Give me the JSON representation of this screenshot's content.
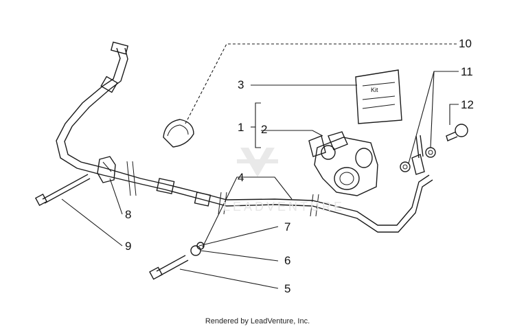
{
  "diagram": {
    "callouts": [
      {
        "id": "1",
        "text": "1"
      },
      {
        "id": "2",
        "text": "2"
      },
      {
        "id": "3",
        "text": "3"
      },
      {
        "id": "4",
        "text": "4"
      },
      {
        "id": "5",
        "text": "5"
      },
      {
        "id": "6",
        "text": "6"
      },
      {
        "id": "7",
        "text": "7"
      },
      {
        "id": "8",
        "text": "8"
      },
      {
        "id": "9",
        "text": "9"
      },
      {
        "id": "10",
        "text": "10"
      },
      {
        "id": "11",
        "text": "11"
      },
      {
        "id": "12",
        "text": "12"
      }
    ],
    "kit_label": "Kit",
    "watermark": "LEADVENTURE",
    "footer": "Rendered by LeadVenture, Inc."
  }
}
